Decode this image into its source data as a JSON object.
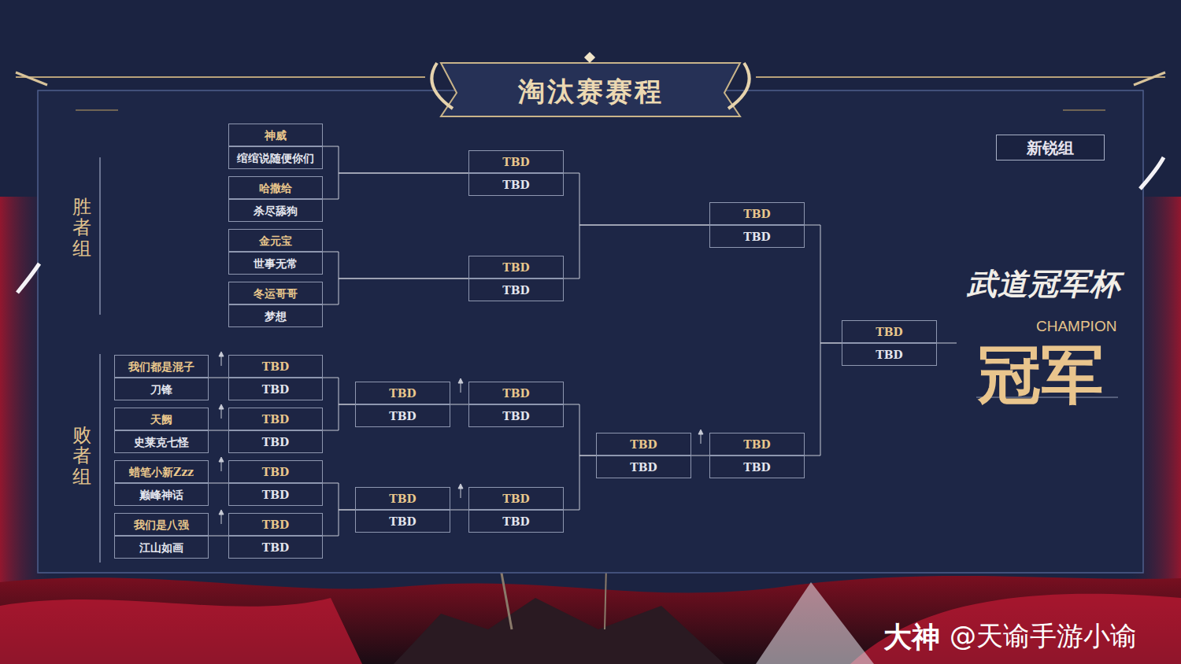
{
  "diagram": {
    "title": "淘汰赛赛程",
    "nodes": [
      {
        "text": [
          "神威"
        ]
      },
      {
        "text": [
          "绾绾说随便你们"
        ]
      },
      {
        "text": [
          "哈撒给"
        ]
      },
      {
        "text": [
          "杀尽舔狗"
        ]
      },
      {
        "text": [
          "金元宝"
        ]
      },
      {
        "text": [
          "世事无常"
        ]
      },
      {
        "text": [
          "冬运哥哥"
        ]
      },
      {
        "text": [
          "梦想"
        ]
      },
      {
        "text": [
          "TBD"
        ]
      },
      {
        "text": [
          "TBD"
        ]
      },
      {
        "text": [
          "TBD"
        ]
      },
      {
        "text": [
          "TBD"
        ]
      },
      {
        "text": [
          "TBD"
        ]
      },
      {
        "text": [
          "TBD"
        ]
      },
      {
        "text": [
          "新锐组"
        ]
      },
      {
        "text": [
          "TBD"
        ]
      },
      {
        "text": [
          "TBD"
        ]
      },
      {
        "text": [
          "我们都是混子"
        ]
      },
      {
        "text": [
          "刀锋"
        ]
      },
      {
        "text": [
          "天阙"
        ]
      },
      {
        "text": [
          "史莱克七怪"
        ]
      },
      {
        "text": [
          "蜡笔小新Zzz"
        ]
      },
      {
        "text": [
          "巅峰神话"
        ]
      },
      {
        "text": [
          "我们是八强"
        ]
      },
      {
        "text": [
          "江山如画"
        ]
      },
      {
        "text": [
          "TBD"
        ]
      },
      {
        "text": [
          "TBD"
        ]
      },
      {
        "text": [
          "TBD"
        ]
      },
      {
        "text": [
          "TBD"
        ]
      },
      {
        "text": [
          "TBD"
        ]
      },
      {
        "text": [
          "TBD"
        ]
      },
      {
        "text": [
          "TBD"
        ]
      },
      {
        "text": [
          "TBD"
        ]
      },
      {
        "text": [
          "TBD"
        ]
      },
      {
        "text": [
          "TBD"
        ]
      },
      {
        "text": [
          "TBD"
        ]
      },
      {
        "text": [
          "TBD"
        ]
      },
      {
        "text": [
          "TBD"
        ]
      },
      {
        "text": [
          "TBD"
        ]
      },
      {
        "text": [
          "TBD"
        ]
      },
      {
        "text": [
          "TBD"
        ]
      },
      {
        "text": [
          "TBD"
        ]
      },
      {
        "text": [
          "TBD"
        ]
      },
      {
        "text": [
          "TBD"
        ]
      },
      {
        "text": [
          "TBD"
        ]
      }
    ],
    "edges": [
      {
        "from": 0,
        "to": 8,
        "arrow": "none"
      },
      {
        "from": 2,
        "to": 8,
        "arrow": "none"
      },
      {
        "from": 4,
        "to": 10,
        "arrow": "none"
      },
      {
        "from": 6,
        "to": 10,
        "arrow": "none"
      },
      {
        "from": 8,
        "to": 12,
        "arrow": "none"
      },
      {
        "from": 10,
        "to": 12,
        "arrow": "none"
      },
      {
        "from": 12,
        "to": 15,
        "arrow": "none"
      },
      {
        "from": 17,
        "to": 25,
        "arrow": "none"
      },
      {
        "from": 19,
        "to": 27,
        "arrow": "none"
      },
      {
        "from": 21,
        "to": 29,
        "arrow": "none"
      },
      {
        "from": 23,
        "to": 31,
        "arrow": "none"
      },
      {
        "from": 25,
        "to": 33,
        "arrow": "none"
      },
      {
        "from": 27,
        "to": 33,
        "arrow": "none"
      },
      {
        "from": 29,
        "to": 35,
        "arrow": "none"
      },
      {
        "from": 31,
        "to": 35,
        "arrow": "none"
      },
      {
        "from": 33,
        "to": 37,
        "arrow": "none"
      },
      {
        "from": 35,
        "to": 39,
        "arrow": "none"
      },
      {
        "from": 37,
        "to": 41,
        "arrow": "none"
      },
      {
        "from": 39,
        "to": 41,
        "arrow": "none"
      },
      {
        "from": 41,
        "to": 43,
        "arrow": "none"
      },
      {
        "from": 43,
        "to": 15,
        "arrow": "none"
      }
    ],
    "labels": [
      "胜者组",
      "败者组",
      "武道冠军杯",
      "CHAMPION",
      "冠军",
      "大神",
      "@天谕手游小谕"
    ]
  }
}
